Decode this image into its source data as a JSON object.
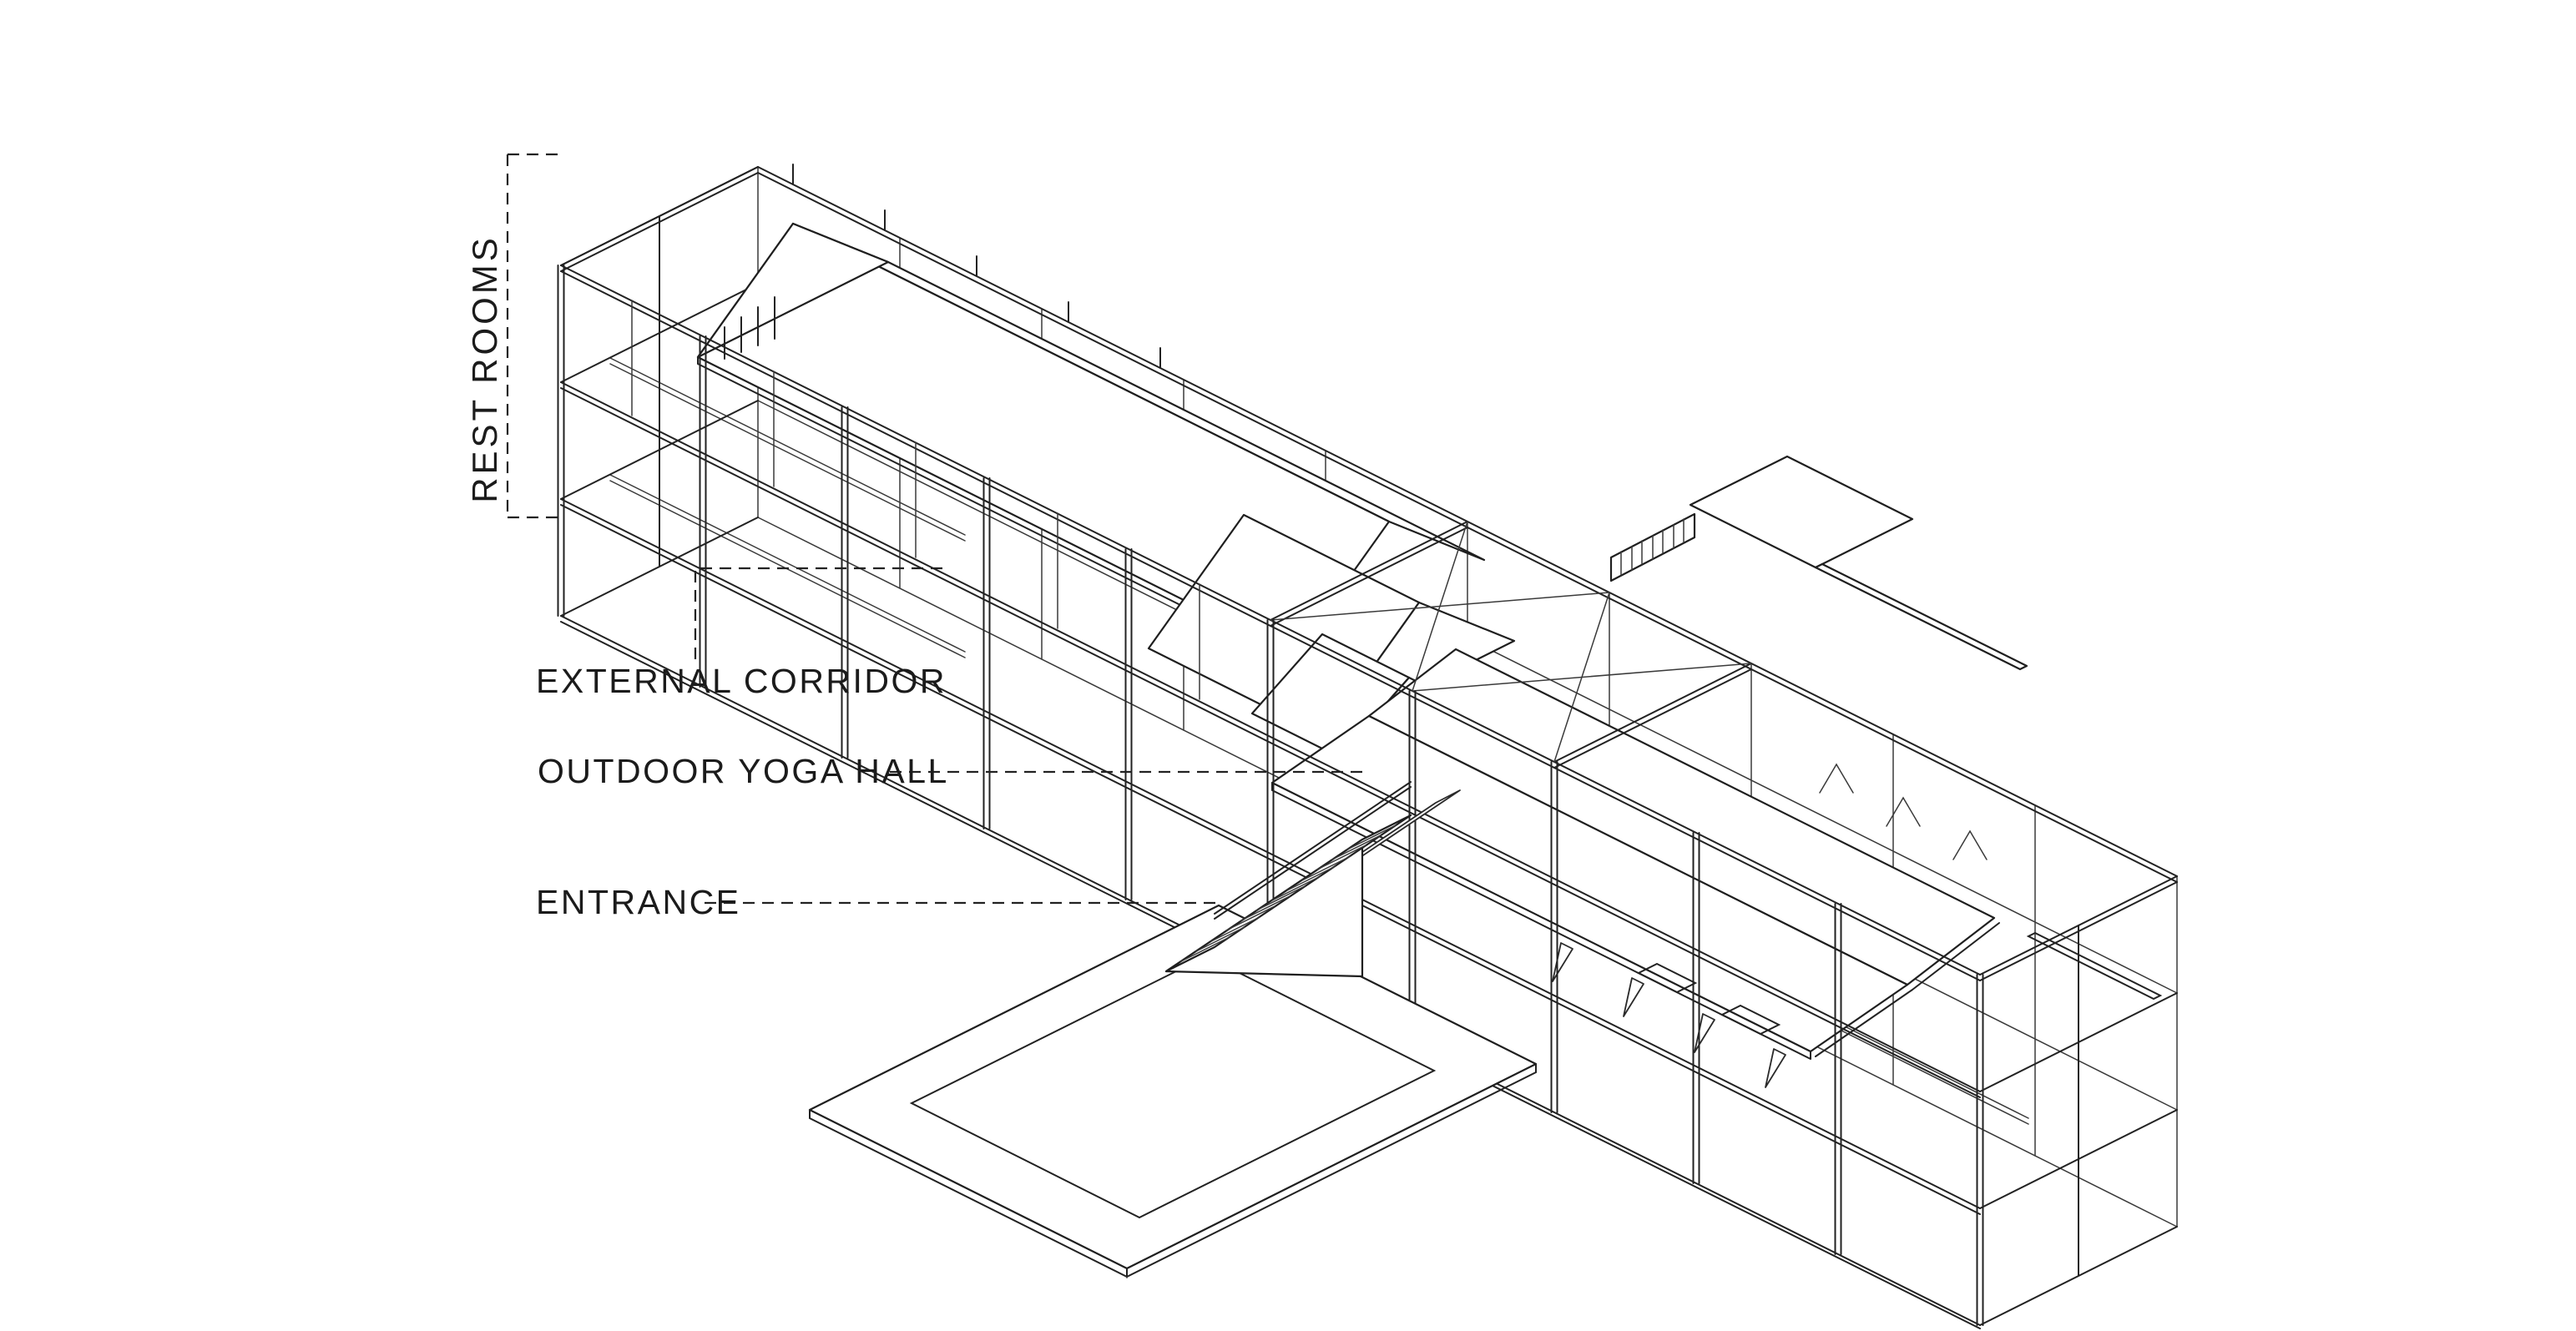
{
  "page": {
    "background_color": "#ffffff",
    "line_color": "#1f1f1f",
    "text_color": "#1b1b1b",
    "kind": "architectural axonometric line drawing with annotations"
  },
  "diagram": {
    "labels": {
      "rest_rooms": "REST ROOMS",
      "external_corridor": "EXTERNAL CORRIDOR",
      "outdoor_yoga_hall": "OUTDOOR YOGA HALL",
      "entrance": "ENTRANCE"
    },
    "leader_style": "dashed",
    "features": [
      "long two-bay frame structure in 2:1 axonometric",
      "gabled roof volume over rest rooms (upper left)",
      "gabled roof volume over outdoor yoga hall (center right) with exposed trusses",
      "external corridor at middle level",
      "entrance stair with square ground platform (lower center)",
      "small rear stair with landing and walkway plank (upper right)"
    ]
  }
}
